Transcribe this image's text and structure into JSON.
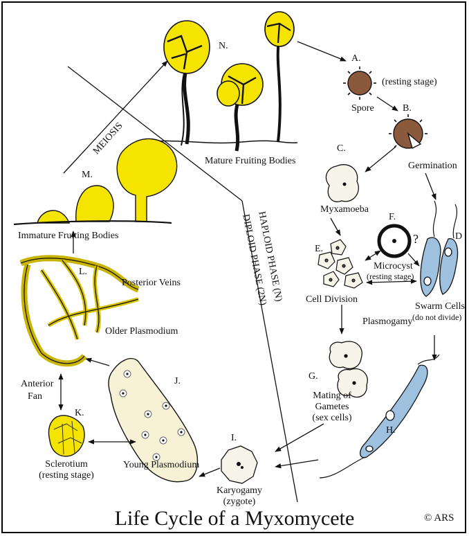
{
  "title": "Life Cycle of a Myxomycete",
  "copyright": "© ARS",
  "phases": {
    "haploid": "HAPLOID PHASE (N)",
    "diploid": "DIPLOID PHASE (2N)",
    "meiosis": "MEIOSIS"
  },
  "stages": {
    "A": {
      "letter": "A.",
      "name": "Spore",
      "note": "(resting stage)"
    },
    "B": {
      "letter": "B.",
      "name": "Germination"
    },
    "C": {
      "letter": "C.",
      "name": "Myxamoeba"
    },
    "D": {
      "letter": "D",
      "name": "Swarm Cells",
      "note": "(do not divide)"
    },
    "E": {
      "letter": "E.",
      "name": "Cell Division"
    },
    "F": {
      "letter": "F.",
      "name": "Microcyst",
      "note": "(resting stage)",
      "question": "?"
    },
    "G": {
      "letter": "G.",
      "name": "Mating of",
      "name2": "Gametes",
      "note": "(sex cells)",
      "extra": "Plasmogamy"
    },
    "H": {
      "letter": "H."
    },
    "I": {
      "letter": "I.",
      "name": "Karyogamy",
      "note": "(zygote)"
    },
    "J": {
      "letter": "J.",
      "name": "Young Plasmodium"
    },
    "K": {
      "letter": "K.",
      "name": "Sclerotium",
      "note": "(resting stage)"
    },
    "L": {
      "letter": "L.",
      "name": "Older Plasmodium",
      "veins": "Posterior Veins",
      "fan1": "Anterior",
      "fan2": "Fan"
    },
    "M": {
      "letter": "M.",
      "name": "Immature Fruiting Bodies"
    },
    "N": {
      "letter": "N.",
      "name": "Mature Fruiting Bodies"
    }
  },
  "colors": {
    "yellow": "#f5e400",
    "spore": "#8b5a3c",
    "cell": "#f7f4ea"
  }
}
